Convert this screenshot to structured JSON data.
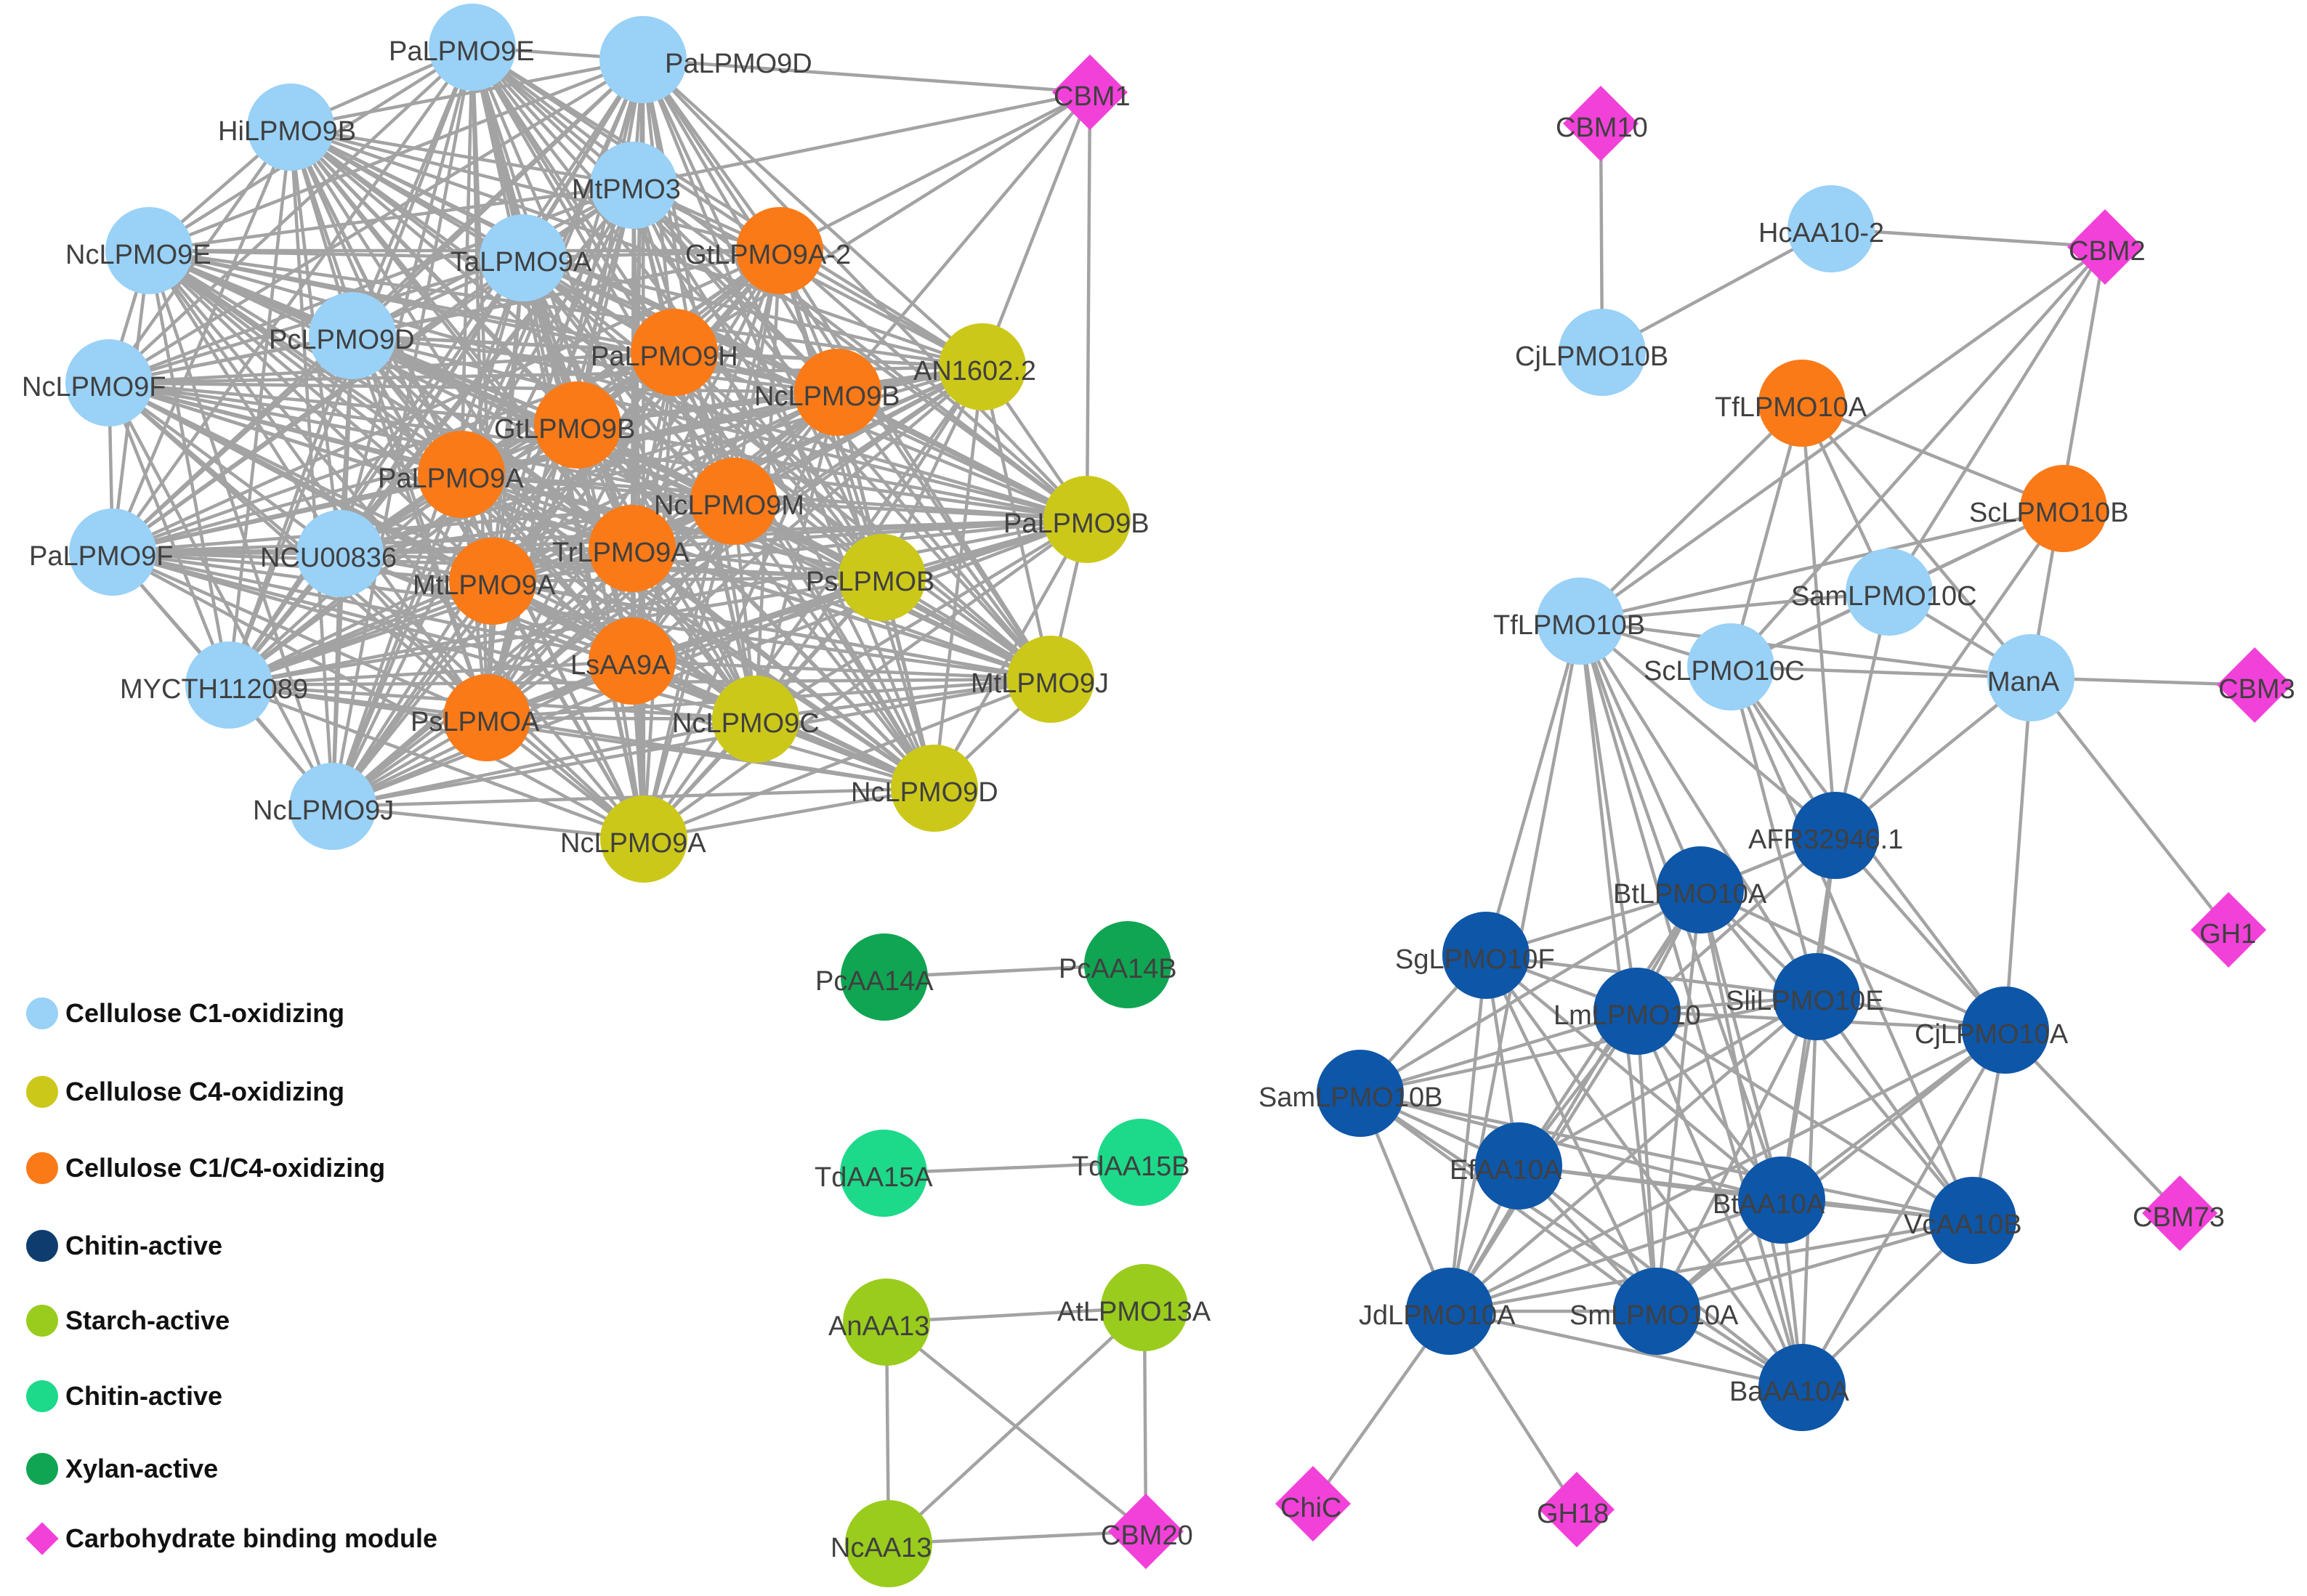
{
  "colors": {
    "cellulose_c1": "#99d1f7",
    "cellulose_c4": "#ccc81a",
    "cellulose_c1c4": "#fa7a18",
    "chitin_dark": "#0e56a8",
    "starch": "#99cc1c",
    "chitin_light": "#1dd98a",
    "xylan": "#0fa552",
    "cbm": "#f241d9",
    "edge": "#a3a3a3"
  },
  "legend": [
    {
      "label": "Cellulose C1-oxidizing",
      "color": "#99d1f7",
      "shape": "circle"
    },
    {
      "label": "Cellulose C4-oxidizing",
      "color": "#ccc81a",
      "shape": "circle"
    },
    {
      "label": "Cellulose C1/C4-oxidizing",
      "color": "#fa7a18",
      "shape": "circle"
    },
    {
      "label": "Chitin-active",
      "color": "#0e3c6e",
      "shape": "circle"
    },
    {
      "label": "Starch-active",
      "color": "#99cc1c",
      "shape": "circle"
    },
    {
      "label": "Chitin-active",
      "color": "#1dd98a",
      "shape": "circle"
    },
    {
      "label": "Xylan-active",
      "color": "#0fa552",
      "shape": "circle"
    },
    {
      "label": "Carbohydrate binding module",
      "color": "#f241d9",
      "shape": "diamond"
    }
  ],
  "nodes": [
    {
      "id": "PaLPMO9E",
      "label": "PaLPMO9E",
      "group": "cellulose_c1",
      "shape": "circle"
    },
    {
      "id": "PaLPMO9D",
      "label": "PaLPMO9D",
      "group": "cellulose_c1",
      "shape": "circle"
    },
    {
      "id": "HiLPMO9B",
      "label": "HiLPMO9B",
      "group": "cellulose_c1",
      "shape": "circle"
    },
    {
      "id": "MtPMO3",
      "label": "MtPMO3",
      "group": "cellulose_c1",
      "shape": "circle"
    },
    {
      "id": "NcLPMO9E",
      "label": "NcLPMO9E",
      "group": "cellulose_c1",
      "shape": "circle"
    },
    {
      "id": "TaLPMO9A",
      "label": "TaLPMO9A",
      "group": "cellulose_c1",
      "shape": "circle"
    },
    {
      "id": "PcLPMO9D",
      "label": "PcLPMO9D",
      "group": "cellulose_c1",
      "shape": "circle"
    },
    {
      "id": "NcLPMO9F",
      "label": "NcLPMO9F",
      "group": "cellulose_c1",
      "shape": "circle"
    },
    {
      "id": "PaLPMO9F",
      "label": "PaLPMO9F",
      "group": "cellulose_c1",
      "shape": "circle"
    },
    {
      "id": "NCU00836",
      "label": "NCU00836",
      "group": "cellulose_c1",
      "shape": "circle"
    },
    {
      "id": "MYCTH112089",
      "label": "MYCTH112089",
      "group": "cellulose_c1",
      "shape": "circle"
    },
    {
      "id": "NcLPMO9J",
      "label": "NcLPMO9J",
      "group": "cellulose_c1",
      "shape": "circle"
    },
    {
      "id": "GtLPMO9A-2",
      "label": "GtLPMO9A-2",
      "group": "cellulose_c1c4",
      "shape": "circle"
    },
    {
      "id": "PaLPMO9H",
      "label": "PaLPMO9H",
      "group": "cellulose_c1c4",
      "shape": "circle"
    },
    {
      "id": "NcLPMO9B",
      "label": "NcLPMO9B",
      "group": "cellulose_c1c4",
      "shape": "circle"
    },
    {
      "id": "GtLPMO9B",
      "label": "GtLPMO9B",
      "group": "cellulose_c1c4",
      "shape": "circle"
    },
    {
      "id": "PaLPMO9A",
      "label": "PaLPMO9A",
      "group": "cellulose_c1c4",
      "shape": "circle"
    },
    {
      "id": "NcLPMO9M",
      "label": "NcLPMO9M",
      "group": "cellulose_c1c4",
      "shape": "circle"
    },
    {
      "id": "TrLPMO9A",
      "label": "TrLPMO9A",
      "group": "cellulose_c1c4",
      "shape": "circle"
    },
    {
      "id": "MtLPMO9A",
      "label": "MtLPMO9A",
      "group": "cellulose_c1c4",
      "shape": "circle"
    },
    {
      "id": "LsAA9A",
      "label": "LsAA9A",
      "group": "cellulose_c1c4",
      "shape": "circle"
    },
    {
      "id": "PsLPMOA",
      "label": "PsLPMOA",
      "group": "cellulose_c1c4",
      "shape": "circle"
    },
    {
      "id": "AN1602.2",
      "label": "AN1602.2",
      "group": "cellulose_c4",
      "shape": "circle"
    },
    {
      "id": "PaLPMO9B",
      "label": "PaLPMO9B",
      "group": "cellulose_c4",
      "shape": "circle"
    },
    {
      "id": "PsLPMOB",
      "label": "PsLPMOB",
      "group": "cellulose_c4",
      "shape": "circle"
    },
    {
      "id": "MtLPMO9J",
      "label": "MtLPMO9J",
      "group": "cellulose_c4",
      "shape": "circle"
    },
    {
      "id": "NcLPMO9C",
      "label": "NcLPMO9C",
      "group": "cellulose_c4",
      "shape": "circle"
    },
    {
      "id": "NcLPMO9D",
      "label": "NcLPMO9D",
      "group": "cellulose_c4",
      "shape": "circle"
    },
    {
      "id": "NcLPMO9A",
      "label": "NcLPMO9A",
      "group": "cellulose_c4",
      "shape": "circle"
    },
    {
      "id": "CBM1",
      "label": "CBM1",
      "group": "cbm",
      "shape": "diamond"
    },
    {
      "id": "CBM10",
      "label": "CBM10",
      "group": "cbm",
      "shape": "diamond"
    },
    {
      "id": "CjLPMO10B",
      "label": "CjLPMO10B",
      "group": "cellulose_c1",
      "shape": "circle"
    },
    {
      "id": "HcAA10-2",
      "label": "HcAA10-2",
      "group": "cellulose_c1",
      "shape": "circle"
    },
    {
      "id": "CBM2",
      "label": "CBM2",
      "group": "cbm",
      "shape": "diamond"
    },
    {
      "id": "TfLPMO10A",
      "label": "TfLPMO10A",
      "group": "cellulose_c1c4",
      "shape": "circle"
    },
    {
      "id": "ScLPMO10B",
      "label": "ScLPMO10B",
      "group": "cellulose_c1c4",
      "shape": "circle"
    },
    {
      "id": "SamLPMO10C",
      "label": "SamLPMO10C",
      "group": "cellulose_c1",
      "shape": "circle"
    },
    {
      "id": "TfLPMO10B",
      "label": "TfLPMO10B",
      "group": "cellulose_c1",
      "shape": "circle"
    },
    {
      "id": "ScLPMO10C",
      "label": "ScLPMO10C",
      "group": "cellulose_c1",
      "shape": "circle"
    },
    {
      "id": "ManA",
      "label": "ManA",
      "group": "cellulose_c1",
      "shape": "circle"
    },
    {
      "id": "CBM3",
      "label": "CBM3",
      "group": "cbm",
      "shape": "diamond"
    },
    {
      "id": "AFR32946.1",
      "label": "AFR32946.1",
      "group": "chitin_dark",
      "shape": "circle"
    },
    {
      "id": "GH1",
      "label": "GH1",
      "group": "cbm",
      "shape": "diamond"
    },
    {
      "id": "BtLPMO10A",
      "label": "BtLPMO10A",
      "group": "chitin_dark",
      "shape": "circle"
    },
    {
      "id": "SgLPMO10F",
      "label": "SgLPMO10F",
      "group": "chitin_dark",
      "shape": "circle"
    },
    {
      "id": "LmLPMO10",
      "label": "LmLPMO10",
      "group": "chitin_dark",
      "shape": "circle"
    },
    {
      "id": "SliLPMO10E",
      "label": "SliLPMO10E",
      "group": "chitin_dark",
      "shape": "circle"
    },
    {
      "id": "CjLPMO10A",
      "label": "CjLPMO10A",
      "group": "chitin_dark",
      "shape": "circle"
    },
    {
      "id": "SamLPMO10B",
      "label": "SamLPMO10B",
      "group": "chitin_dark",
      "shape": "circle"
    },
    {
      "id": "EfAA10A",
      "label": "EfAA10A",
      "group": "chitin_dark",
      "shape": "circle"
    },
    {
      "id": "BtAA10A",
      "label": "BtAA10A",
      "group": "chitin_dark",
      "shape": "circle"
    },
    {
      "id": "VcAA10B",
      "label": "VcAA10B",
      "group": "chitin_dark",
      "shape": "circle"
    },
    {
      "id": "CBM73",
      "label": "CBM73",
      "group": "cbm",
      "shape": "diamond"
    },
    {
      "id": "JdLPMO10A",
      "label": "JdLPMO10A",
      "group": "chitin_dark",
      "shape": "circle"
    },
    {
      "id": "SmLPMO10A",
      "label": "SmLPMO10A",
      "group": "chitin_dark",
      "shape": "circle"
    },
    {
      "id": "BaAA10A",
      "label": "BaAA10A",
      "group": "chitin_dark",
      "shape": "circle"
    },
    {
      "id": "ChiC",
      "label": "ChiC",
      "group": "cbm",
      "shape": "diamond"
    },
    {
      "id": "GH18",
      "label": "GH18",
      "group": "cbm",
      "shape": "diamond"
    },
    {
      "id": "PcAA14A",
      "label": "PcAA14A",
      "group": "xylan",
      "shape": "circle"
    },
    {
      "id": "PcAA14B",
      "label": "PcAA14B",
      "group": "xylan",
      "shape": "circle"
    },
    {
      "id": "TdAA15A",
      "label": "TdAA15A",
      "group": "chitin_light",
      "shape": "circle"
    },
    {
      "id": "TdAA15B",
      "label": "TdAA15B",
      "group": "chitin_light",
      "shape": "circle"
    },
    {
      "id": "AnAA13",
      "label": "AnAA13",
      "group": "starch",
      "shape": "circle"
    },
    {
      "id": "AtLPMO13A",
      "label": "AtLPMO13A",
      "group": "starch",
      "shape": "circle"
    },
    {
      "id": "NcAA13",
      "label": "NcAA13",
      "group": "starch",
      "shape": "circle"
    },
    {
      "id": "CBM20",
      "label": "CBM20",
      "group": "cbm",
      "shape": "diamond"
    }
  ],
  "edges": [
    [
      "PaLPMO9D",
      "CBM1"
    ],
    [
      "AN1602.2",
      "CBM1"
    ],
    [
      "PaLPMO9B",
      "CBM1"
    ],
    [
      "GtLPMO9A-2",
      "CBM1"
    ],
    [
      "MtPMO3",
      "CBM1"
    ],
    [
      "PaLPMO9H",
      "CBM1"
    ],
    [
      "NcLPMO9B",
      "CBM1"
    ],
    [
      "CBM10",
      "CjLPMO10B"
    ],
    [
      "CjLPMO10B",
      "HcAA10-2"
    ],
    [
      "HcAA10-2",
      "CBM2"
    ],
    [
      "CBM2",
      "TfLPMO10B"
    ],
    [
      "CBM2",
      "ScLPMO10C"
    ],
    [
      "CBM2",
      "SamLPMO10C"
    ],
    [
      "CBM2",
      "ManA"
    ],
    [
      "TfLPMO10A",
      "TfLPMO10B"
    ],
    [
      "TfLPMO10A",
      "ScLPMO10C"
    ],
    [
      "TfLPMO10A",
      "SamLPMO10C"
    ],
    [
      "TfLPMO10A",
      "ManA"
    ],
    [
      "TfLPMO10A",
      "AFR32946.1"
    ],
    [
      "TfLPMO10A",
      "ScLPMO10B"
    ],
    [
      "ScLPMO10B",
      "SamLPMO10C"
    ],
    [
      "ScLPMO10B",
      "ScLPMO10C"
    ],
    [
      "ScLPMO10B",
      "AFR32946.1"
    ],
    [
      "ScLPMO10B",
      "TfLPMO10B"
    ],
    [
      "SamLPMO10C",
      "TfLPMO10B"
    ],
    [
      "SamLPMO10C",
      "ScLPMO10C"
    ],
    [
      "SamLPMO10C",
      "ManA"
    ],
    [
      "SamLPMO10C",
      "AFR32946.1"
    ],
    [
      "TfLPMO10B",
      "ScLPMO10C"
    ],
    [
      "TfLPMO10B",
      "ManA"
    ],
    [
      "ScLPMO10C",
      "ManA"
    ],
    [
      "ScLPMO10C",
      "AFR32946.1"
    ],
    [
      "ManA",
      "AFR32946.1"
    ],
    [
      "ManA",
      "CBM3"
    ],
    [
      "ManA",
      "GH1"
    ],
    [
      "ManA",
      "CjLPMO10A"
    ],
    [
      "TfLPMO10B",
      "AFR32946.1"
    ],
    [
      "TfLPMO10B",
      "BtLPMO10A"
    ],
    [
      "TfLPMO10B",
      "LmLPMO10"
    ],
    [
      "TfLPMO10B",
      "SgLPMO10F"
    ],
    [
      "TfLPMO10B",
      "JdLPMO10A"
    ],
    [
      "TfLPMO10B",
      "SmLPMO10A"
    ],
    [
      "TfLPMO10B",
      "BtAA10A"
    ],
    [
      "TfLPMO10B",
      "BaAA10A"
    ],
    [
      "TfLPMO10B",
      "SliLPMO10E"
    ],
    [
      "ScLPMO10C",
      "SliLPMO10E"
    ],
    [
      "ScLPMO10C",
      "CjLPMO10A"
    ],
    [
      "ScLPMO10C",
      "VcAA10B"
    ],
    [
      "AFR32946.1",
      "BtLPMO10A"
    ],
    [
      "AFR32946.1",
      "SliLPMO10E"
    ],
    [
      "AFR32946.1",
      "CjLPMO10A"
    ],
    [
      "AFR32946.1",
      "LmLPMO10"
    ],
    [
      "AFR32946.1",
      "BtAA10A"
    ],
    [
      "BtLPMO10A",
      "SgLPMO10F"
    ],
    [
      "BtLPMO10A",
      "LmLPMO10"
    ],
    [
      "BtLPMO10A",
      "SliLPMO10E"
    ],
    [
      "BtLPMO10A",
      "CjLPMO10A"
    ],
    [
      "BtLPMO10A",
      "SamLPMO10B"
    ],
    [
      "BtLPMO10A",
      "EfAA10A"
    ],
    [
      "BtLPMO10A",
      "BtAA10A"
    ],
    [
      "BtLPMO10A",
      "JdLPMO10A"
    ],
    [
      "BtLPMO10A",
      "SmLPMO10A"
    ],
    [
      "BtLPMO10A",
      "BaAA10A"
    ],
    [
      "BtLPMO10A",
      "VcAA10B"
    ],
    [
      "SgLPMO10F",
      "LmLPMO10"
    ],
    [
      "SgLPMO10F",
      "SliLPMO10E"
    ],
    [
      "SgLPMO10F",
      "SamLPMO10B"
    ],
    [
      "SgLPMO10F",
      "EfAA10A"
    ],
    [
      "SgLPMO10F",
      "BtAA10A"
    ],
    [
      "SgLPMO10F",
      "JdLPMO10A"
    ],
    [
      "SgLPMO10F",
      "SmLPMO10A"
    ],
    [
      "SgLPMO10F",
      "BaAA10A"
    ],
    [
      "LmLPMO10",
      "SliLPMO10E"
    ],
    [
      "LmLPMO10",
      "SamLPMO10B"
    ],
    [
      "LmLPMO10",
      "EfAA10A"
    ],
    [
      "LmLPMO10",
      "BtAA10A"
    ],
    [
      "LmLPMO10",
      "JdLPMO10A"
    ],
    [
      "LmLPMO10",
      "SmLPMO10A"
    ],
    [
      "LmLPMO10",
      "BaAA10A"
    ],
    [
      "LmLPMO10",
      "VcAA10B"
    ],
    [
      "LmLPMO10",
      "CjLPMO10A"
    ],
    [
      "SliLPMO10E",
      "CjLPMO10A"
    ],
    [
      "SliLPMO10E",
      "SamLPMO10B"
    ],
    [
      "SliLPMO10E",
      "EfAA10A"
    ],
    [
      "SliLPMO10E",
      "BtAA10A"
    ],
    [
      "SliLPMO10E",
      "JdLPMO10A"
    ],
    [
      "SliLPMO10E",
      "SmLPMO10A"
    ],
    [
      "SliLPMO10E",
      "BaAA10A"
    ],
    [
      "SliLPMO10E",
      "VcAA10B"
    ],
    [
      "CjLPMO10A",
      "BtAA10A"
    ],
    [
      "CjLPMO10A",
      "VcAA10B"
    ],
    [
      "CjLPMO10A",
      "CBM73"
    ],
    [
      "CjLPMO10A",
      "SmLPMO10A"
    ],
    [
      "CjLPMO10A",
      "JdLPMO10A"
    ],
    [
      "CjLPMO10A",
      "BaAA10A"
    ],
    [
      "SamLPMO10B",
      "EfAA10A"
    ],
    [
      "SamLPMO10B",
      "BtAA10A"
    ],
    [
      "SamLPMO10B",
      "JdLPMO10A"
    ],
    [
      "SamLPMO10B",
      "SmLPMO10A"
    ],
    [
      "SamLPMO10B",
      "BaAA10A"
    ],
    [
      "SamLPMO10B",
      "VcAA10B"
    ],
    [
      "EfAA10A",
      "BtAA10A"
    ],
    [
      "EfAA10A",
      "JdLPMO10A"
    ],
    [
      "EfAA10A",
      "SmLPMO10A"
    ],
    [
      "EfAA10A",
      "BaAA10A"
    ],
    [
      "EfAA10A",
      "VcAA10B"
    ],
    [
      "BtAA10A",
      "VcAA10B"
    ],
    [
      "BtAA10A",
      "JdLPMO10A"
    ],
    [
      "BtAA10A",
      "SmLPMO10A"
    ],
    [
      "BtAA10A",
      "BaAA10A"
    ],
    [
      "VcAA10B",
      "BaAA10A"
    ],
    [
      "VcAA10B",
      "SmLPMO10A"
    ],
    [
      "VcAA10B",
      "JdLPMO10A"
    ],
    [
      "JdLPMO10A",
      "SmLPMO10A"
    ],
    [
      "JdLPMO10A",
      "BaAA10A"
    ],
    [
      "JdLPMO10A",
      "ChiC"
    ],
    [
      "JdLPMO10A",
      "GH18"
    ],
    [
      "SmLPMO10A",
      "BaAA10A"
    ],
    [
      "PcAA14A",
      "PcAA14B"
    ],
    [
      "TdAA15A",
      "TdAA15B"
    ],
    [
      "AnAA13",
      "AtLPMO13A"
    ],
    [
      "AnAA13",
      "NcAA13"
    ],
    [
      "AnAA13",
      "CBM20"
    ],
    [
      "AtLPMO13A",
      "NcAA13"
    ],
    [
      "AtLPMO13A",
      "CBM20"
    ],
    [
      "NcAA13",
      "CBM20"
    ]
  ]
}
